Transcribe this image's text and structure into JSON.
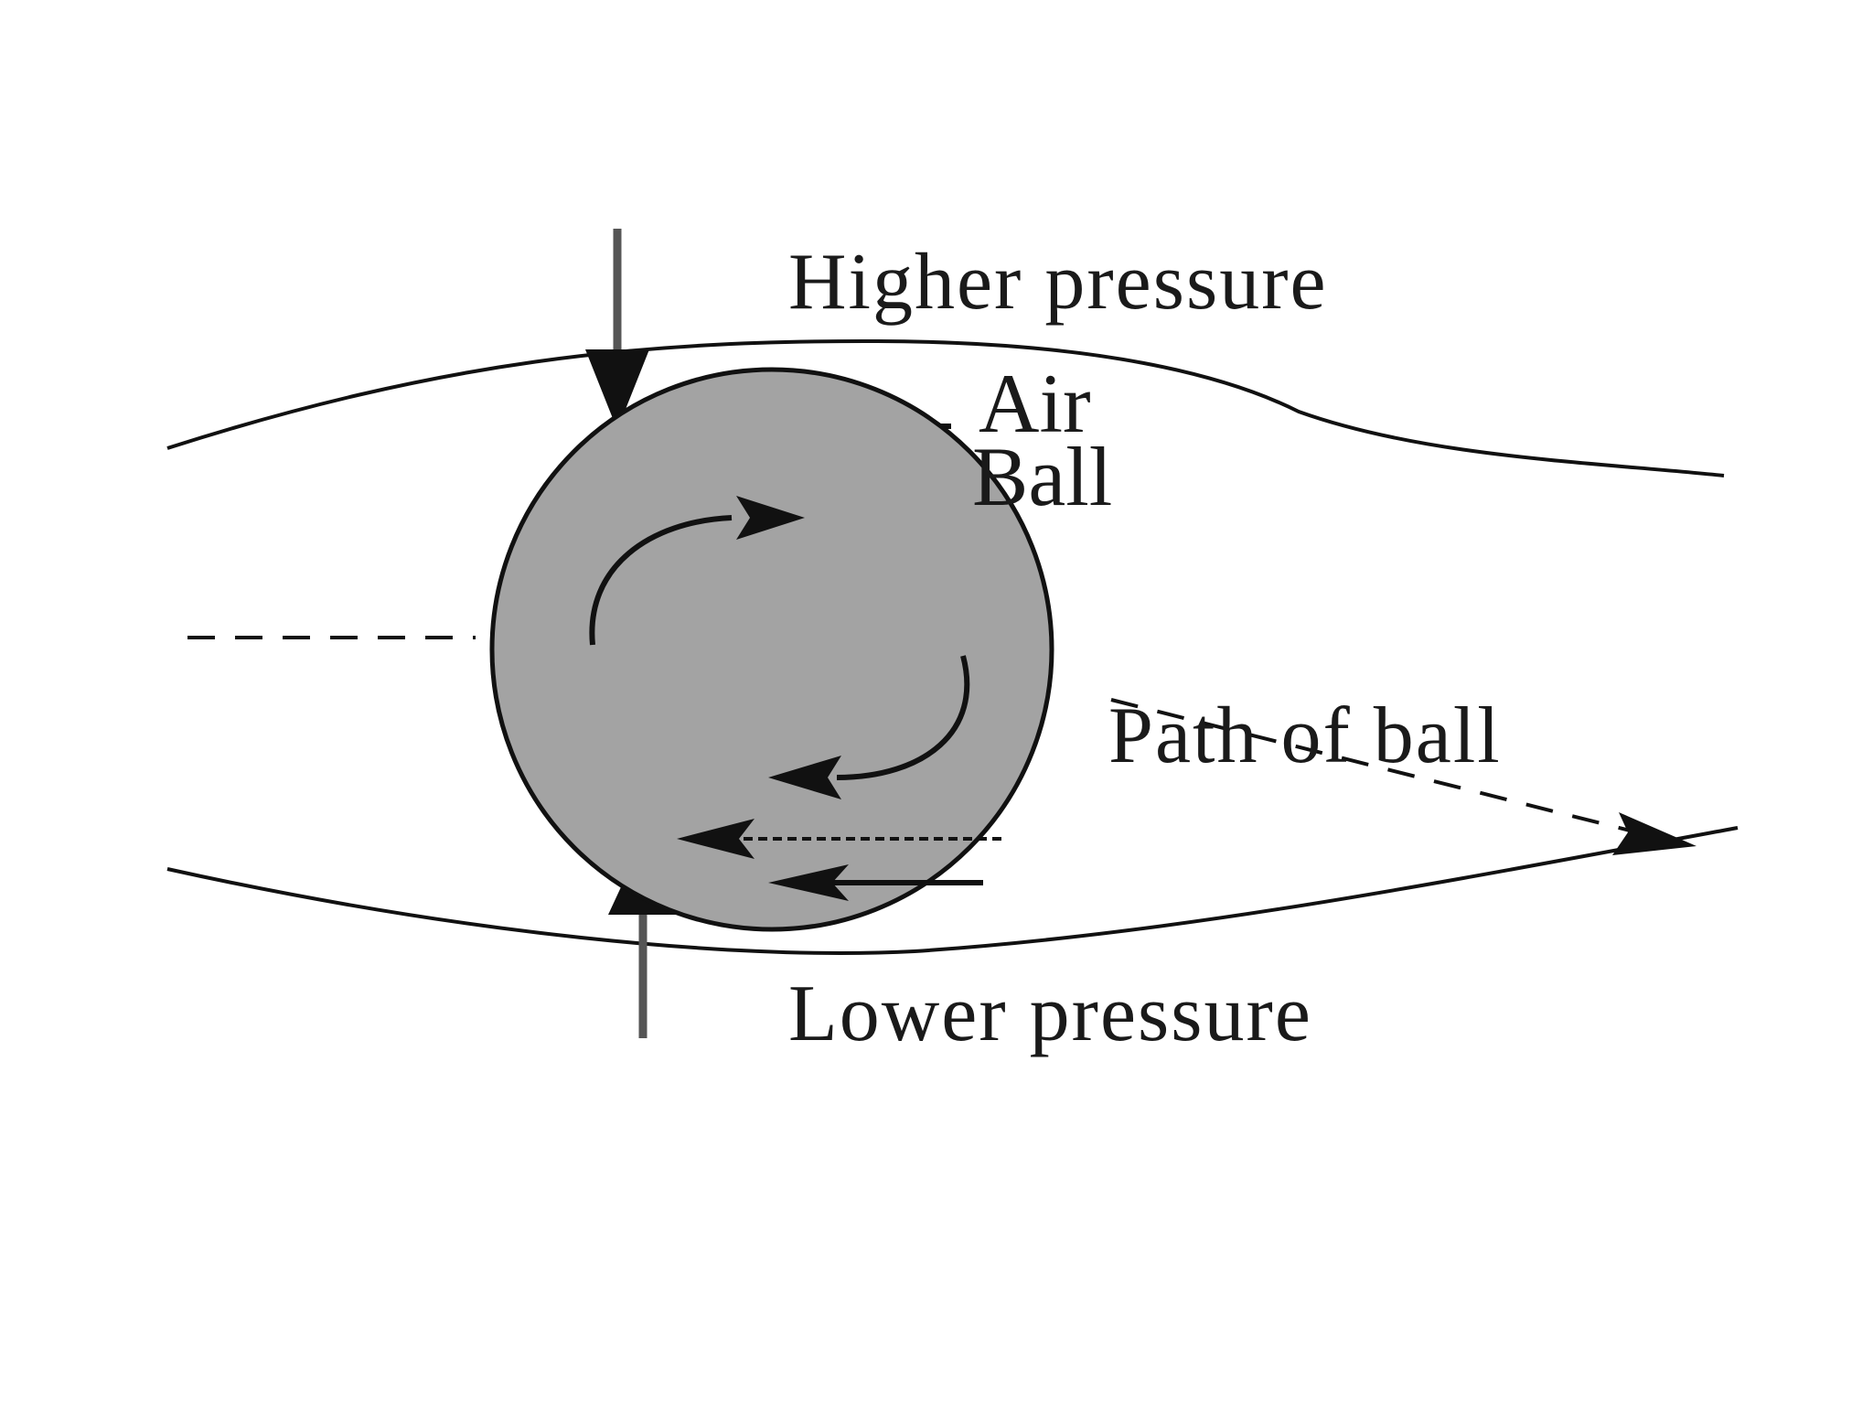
{
  "diagram": {
    "labels": {
      "higher_pressure": "Higher pressure",
      "lower_pressure": "Lower pressure",
      "air": "Air",
      "ball": "Ball",
      "path_of_ball": "Path of ball"
    },
    "colors": {
      "ball_fill": "#a3a3a3",
      "line": "#111111",
      "pressure_arrow": "#555555",
      "background": "#ffffff"
    }
  }
}
